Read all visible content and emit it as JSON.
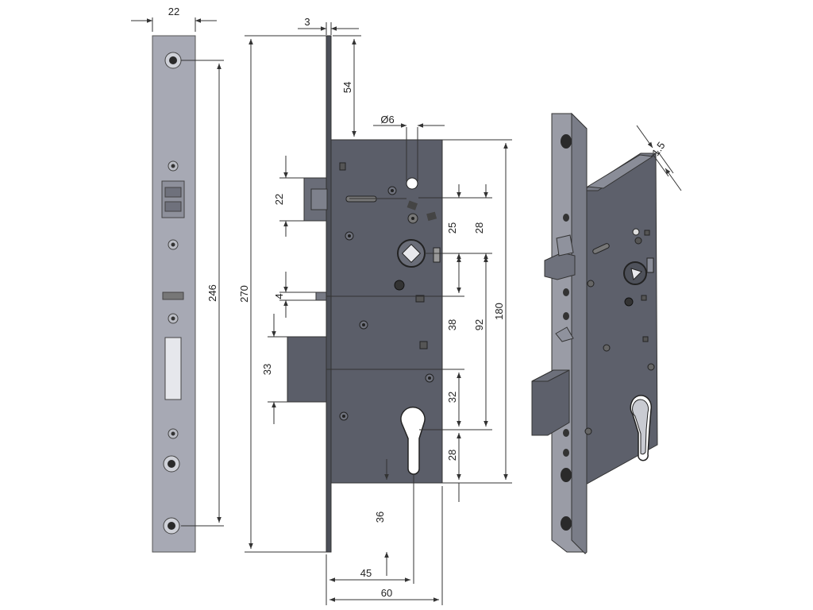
{
  "dimensions": {
    "faceplate_width": "22",
    "faceplate_hole_spacing": "246",
    "overall_length": "270",
    "faceplate_thickness": "3",
    "top_to_case": "54",
    "spindle_diameter": "Ø6",
    "latch_height": "22",
    "small_bolt_height": "4",
    "deadbolt_height": "33",
    "case_height": "180",
    "hole_to_spindle": "25",
    "spindle_to_top_hole": "28",
    "spindle_to_small_bolt": "38",
    "spindle_to_cylinder": "92",
    "small_bolt_to_cylinder": "32",
    "cylinder_to_bottom": "28",
    "cylinder_bottom_to_case": "36",
    "backset": "45",
    "case_depth": "60",
    "iso_faceplate_thickness": "1.5"
  },
  "colors": {
    "steel": "#9a9ca6",
    "case": "#5a5d68",
    "case_dark": "#4a4d56",
    "line": "#333333"
  }
}
